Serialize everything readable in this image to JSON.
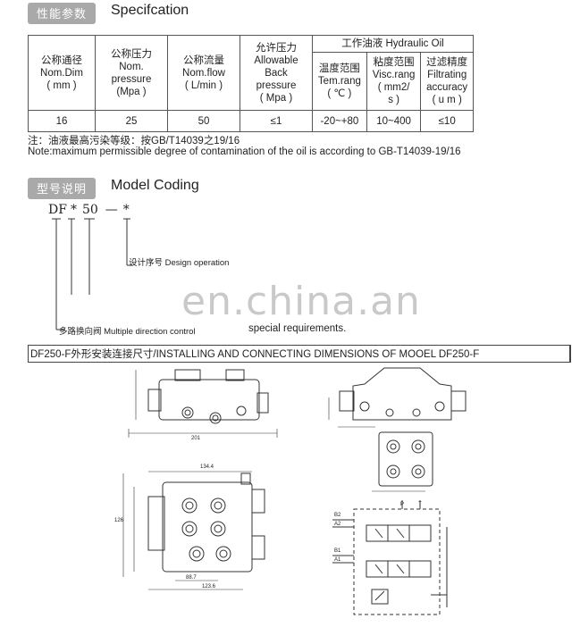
{
  "spec_section": {
    "label_cn": "性能参数",
    "title_en": "Specifcation"
  },
  "spec_table": {
    "headers": [
      {
        "lines": [
          "公称通径",
          "Nom.Dim",
          "( mm )"
        ]
      },
      {
        "lines": [
          "公称压力",
          "Nom.",
          "pressure",
          "(Mpa )"
        ]
      },
      {
        "lines": [
          "公称流量",
          "Nom.flow",
          "( L/min )"
        ]
      },
      {
        "lines": [
          "允许压力",
          "Allowable",
          "Back",
          "pressure",
          "( Mpa )"
        ]
      }
    ],
    "group_header": "工作油液 Hydraulic Oil",
    "sub_headers": [
      {
        "lines": [
          "温度范围",
          "Tem.rang",
          "( ℃ )"
        ]
      },
      {
        "lines": [
          "粘度范围",
          "Visc.rang",
          "( mm2/",
          "s )"
        ]
      },
      {
        "lines": [
          "过滤精度",
          "Filtrating",
          "accuracy",
          "( u m )"
        ]
      }
    ],
    "values": [
      "16",
      "25",
      "50",
      "≤1",
      "-20~+80",
      "10~400",
      "≤10"
    ]
  },
  "notes": {
    "cn": "注：油液最高污染等级：按GB/T14039之19/16",
    "en": "Note:maximum permissible degree of contamination of the oil is according to GB-T14039-19/16"
  },
  "model_section": {
    "label_cn": "型号说明",
    "title_en": "Model Coding"
  },
  "model_code": {
    "parts": [
      "DF",
      "*",
      "50",
      "—",
      "*"
    ],
    "design_label": "设计序号  Design operation",
    "multi_label": "多路换向阀  Multiple direction control",
    "special": "special requirements."
  },
  "watermark": "en.china.an",
  "drawing": {
    "title": "DF250-F外形安装连接尺寸/INSTALLING AND CONNECTING DIMENSIONS OF MOOEL DF250-F",
    "dims": {
      "top_width": "201",
      "plan_width": "134.4",
      "plan_sub": "123.6",
      "plan_sub2": "88.7",
      "height": "126"
    },
    "port_labels": [
      "B2",
      "A2",
      "B1",
      "A1",
      "P",
      "T"
    ]
  }
}
